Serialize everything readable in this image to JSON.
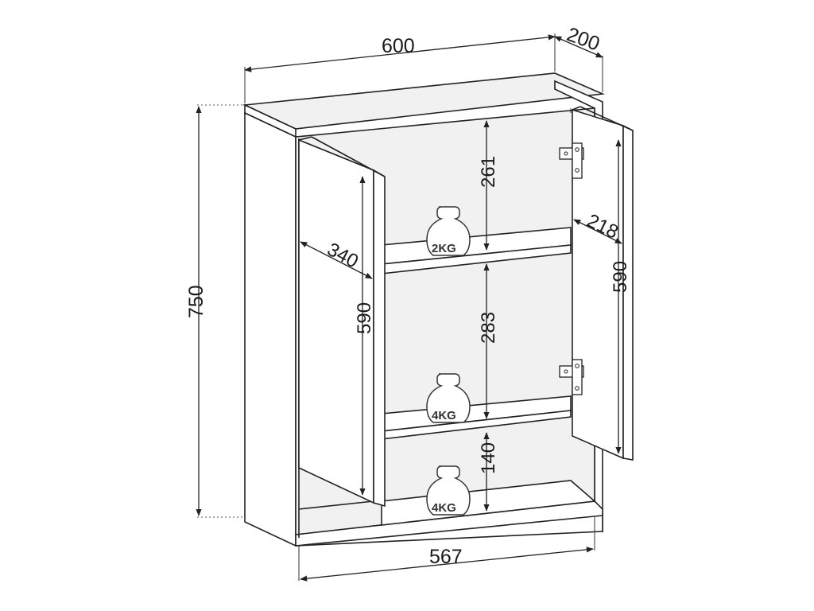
{
  "diagram": {
    "dimensions": {
      "width_top": "600",
      "depth_top": "200",
      "height_total": "750",
      "width_bottom": "567",
      "door_depth_left": "340",
      "door_height_left": "590",
      "door_depth_right": "218",
      "door_height_right": "590",
      "shelf_gap_top": "261",
      "shelf_gap_middle": "283",
      "shelf_gap_bottom": "140"
    },
    "weights": {
      "top_shelf": "2KG",
      "middle_shelf": "4KG",
      "bottom_shelf": "4KG"
    }
  }
}
